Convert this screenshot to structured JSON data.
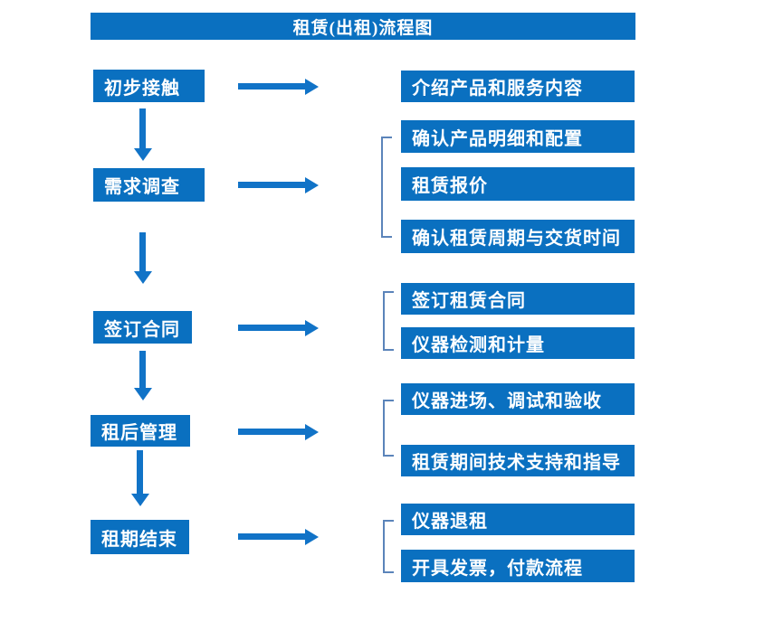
{
  "title": "租赁(出租)流程图",
  "colors": {
    "primary_blue": "#0a70c0",
    "arrow_blue": "#1173c7",
    "bracket_blue": "#5b84ba",
    "text_white": "#ffffff",
    "background": "#ffffff"
  },
  "left_steps": [
    {
      "label": "初步接触"
    },
    {
      "label": "需求调查"
    },
    {
      "label": "签订合同"
    },
    {
      "label": "租后管理"
    },
    {
      "label": "租期结束"
    }
  ],
  "right_boxes": [
    {
      "label": "介绍产品和服务内容"
    },
    {
      "label": "确认产品明细和配置"
    },
    {
      "label": "租赁报价"
    },
    {
      "label": "确认租赁周期与交货时间"
    },
    {
      "label": "签订租赁合同"
    },
    {
      "label": "仪器检测和计量"
    },
    {
      "label": "仪器进场、调试和验收"
    },
    {
      "label": "租赁期间技术支持和指导"
    },
    {
      "label": "仪器退租"
    },
    {
      "label": "开具发票，付款流程"
    }
  ],
  "flow": [
    {
      "step": "初步接触",
      "details": [
        "介绍产品和服务内容"
      ]
    },
    {
      "step": "需求调查",
      "details": [
        "确认产品明细和配置",
        "租赁报价",
        "确认租赁周期与交货时间"
      ]
    },
    {
      "step": "签订合同",
      "details": [
        "签订租赁合同",
        "仪器检测和计量"
      ]
    },
    {
      "step": "租后管理",
      "details": [
        "仪器进场、调试和验收",
        "租赁期间技术支持和指导"
      ]
    },
    {
      "step": "租期结束",
      "details": [
        "仪器退租",
        "开具发票，付款流程"
      ]
    }
  ]
}
